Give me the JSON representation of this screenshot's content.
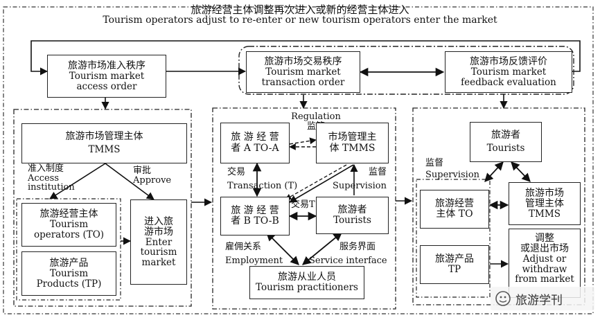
{
  "title": {
    "zh": "旅游经营主体调整再次进入或新的经营主体进入",
    "en": "Tourism operators adjust to re-enter or new tourism operators enter the market"
  },
  "top_boxes": {
    "access": {
      "zh": "旅游市场准入秩序",
      "en1": "Tourism market",
      "en2": "access order"
    },
    "transaction": {
      "zh": "旅游市场交易秩序",
      "en1": "Tourism market",
      "en2": "transaction order"
    },
    "feedback": {
      "zh": "旅游市场反馈评价",
      "en1": "Tourism market",
      "en2": "feedback evaluation"
    }
  },
  "left_panel": {
    "tmms": {
      "zh": "旅游市场管理主体",
      "en": "TMMS"
    },
    "access_label": {
      "zh": "准入制度",
      "en1": "Access",
      "en2": "institution"
    },
    "approve_label": {
      "zh": "审批",
      "en": "Approve"
    },
    "to": {
      "zh": "旅游经营主体",
      "en1": "Tourism",
      "en2": "operators (TO)"
    },
    "tp": {
      "zh": "旅游产品",
      "en1": "Tourism",
      "en2": "Products (TP)"
    },
    "enter": {
      "zh1": "进入旅",
      "zh2": "游市场",
      "en1": "Enter",
      "en2": "tourism",
      "en3": "market"
    }
  },
  "middle_panel": {
    "regulation": {
      "en": "Regulation",
      "zh": "监管"
    },
    "to_a": {
      "zh": "旅 游 经 营",
      "zh2": "者 A TO-A"
    },
    "tmms": {
      "zh": "市场管理主",
      "zh2": "体 TMMS"
    },
    "transaction_label": {
      "zh": "交易",
      "en": "Transaction (T)"
    },
    "supervision_label": {
      "zh": "监督",
      "en": "Supervision"
    },
    "to_b": {
      "zh": "旅 游 经 营",
      "zh2": "者 B TO-B"
    },
    "trade_label": "交易T",
    "tourists": {
      "zh": "旅游者",
      "en": "Tourists"
    },
    "employment_label": {
      "zh": "雇佣关系",
      "en": "Employment"
    },
    "service_label": {
      "zh": "服务界面",
      "en": "Service interface"
    },
    "practitioners": {
      "zh": "旅游从业人员",
      "en": "Tourism practitioners"
    }
  },
  "right_panel": {
    "tourists": {
      "zh": "旅游者",
      "en": "Tourists"
    },
    "supervision_label": {
      "zh": "监督",
      "en": "Supervision"
    },
    "to": {
      "zh": "旅游经营",
      "zh2": "主体 TO"
    },
    "tmms": {
      "zh1": "旅游市场",
      "zh2": "管理主体",
      "en": "TMMS"
    },
    "tp": {
      "zh": "旅游产品",
      "en": "TP"
    },
    "adjust": {
      "zh1": "调整",
      "zh2": "或退出市场",
      "en1": "Adjust or",
      "en2": "withdraw",
      "en3": "from market"
    }
  },
  "watermark": "旅游学刊"
}
